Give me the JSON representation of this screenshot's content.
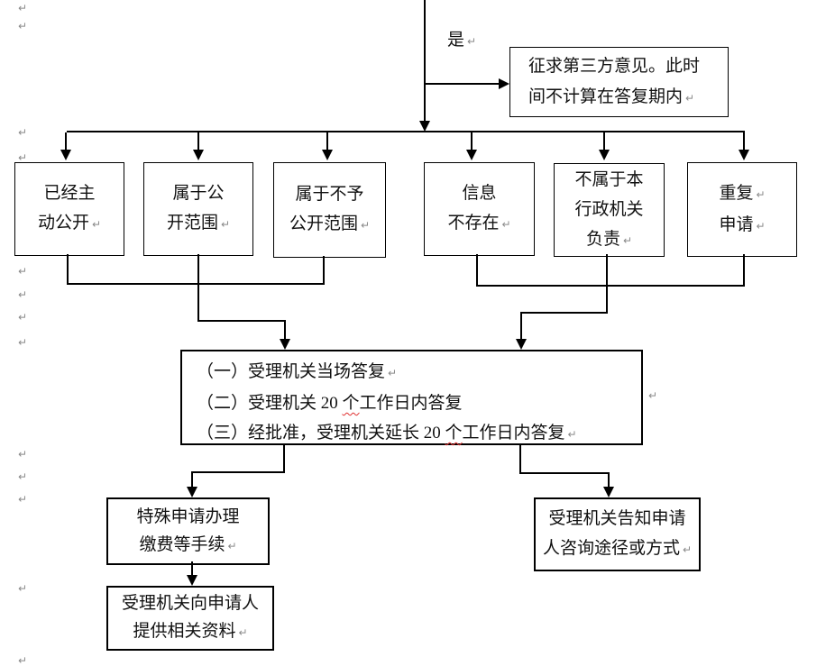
{
  "page": {
    "background": "#ffffff",
    "line_color": "#000000",
    "mark_color": "#8a8a8a",
    "squiggle_color": "#e03030",
    "mark_glyph": "↵"
  },
  "top": {
    "yes_label": "是",
    "third_party_box": {
      "line1": "征求第三方意见。此时",
      "line2": "间不计算在答复期内"
    }
  },
  "row_boxes": {
    "already_public": {
      "line1": "已经主",
      "line2": "动公开"
    },
    "within_scope": {
      "line1": "属于公",
      "line2": "开范围"
    },
    "not_within_scope": {
      "line1": "属于不予",
      "line2": "公开范围"
    },
    "info_not_exist": {
      "line1": "信息",
      "line2": "不存在"
    },
    "not_responsible": {
      "line1": "不属于本",
      "line2": "行政机关",
      "line3": "负责"
    },
    "repeat_request": {
      "line1": "重复",
      "line2": "申请"
    }
  },
  "reply_box": {
    "item1": "（一）受理机关当场答复",
    "item2_pre": "（二）受理机关 20 ",
    "item2_marked": "个",
    "item2_post": "工作日内答复",
    "item3_pre": "（三）经批准，受理机关延长 20 ",
    "item3_marked": "个",
    "item3_post": "工作日内答复"
  },
  "bottom_boxes": {
    "special_procedure": {
      "line1": "特殊申请办理",
      "line2": "缴费等手续"
    },
    "provide_materials": {
      "line1": "受理机关向申请人",
      "line2": "提供相关资料"
    },
    "inform_channel": {
      "line1": "受理机关告知申请",
      "line2": "人咨询途径或方式"
    }
  }
}
